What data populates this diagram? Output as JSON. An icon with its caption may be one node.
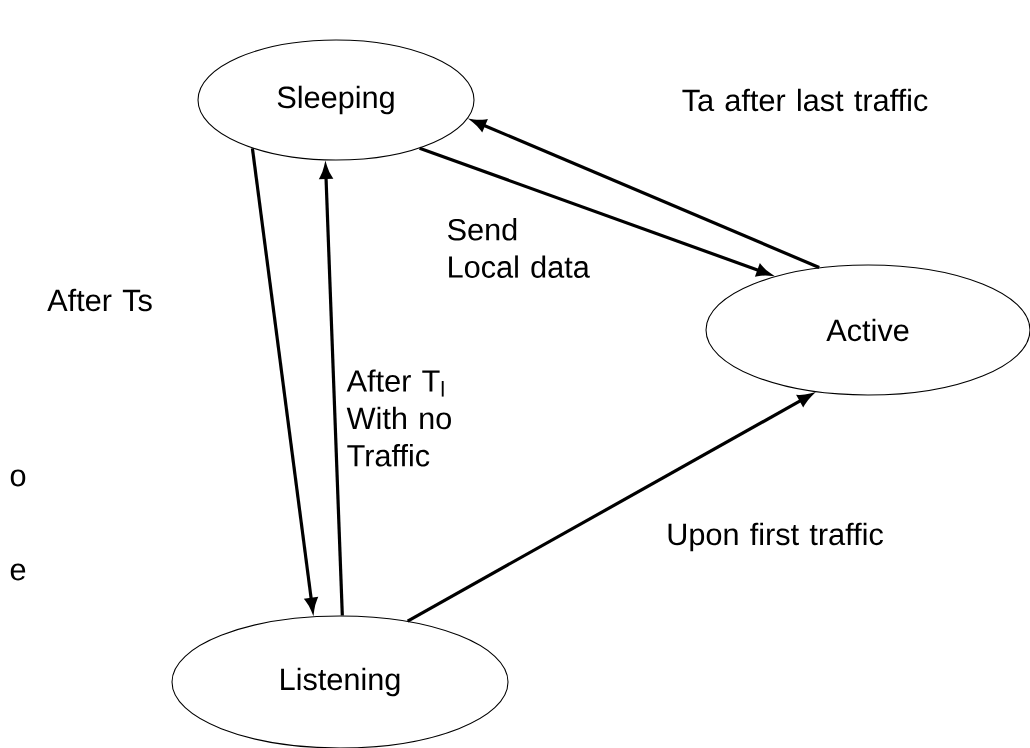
{
  "diagram": {
    "nodes": [
      {
        "text": [
          "Sleeping"
        ]
      },
      {
        "text": [
          "Active"
        ]
      },
      {
        "text": [
          "Listening"
        ]
      }
    ],
    "edges": [
      {
        "from": 1,
        "to": 0,
        "arrow": "to",
        "label": "Ta after last traffic"
      },
      {
        "from": 0,
        "to": 1,
        "arrow": "to",
        "label": "Send Local data"
      },
      {
        "from": 0,
        "to": 2,
        "arrow": "to",
        "label": "After Ts"
      },
      {
        "from": 2,
        "to": 0,
        "arrow": "to",
        "label": "After T$_{l}$ With no Traffic"
      },
      {
        "from": 2,
        "to": 1,
        "arrow": "to",
        "label": "Upon first traffic"
      }
    ],
    "labels": [
      "o",
      "e"
    ]
  }
}
